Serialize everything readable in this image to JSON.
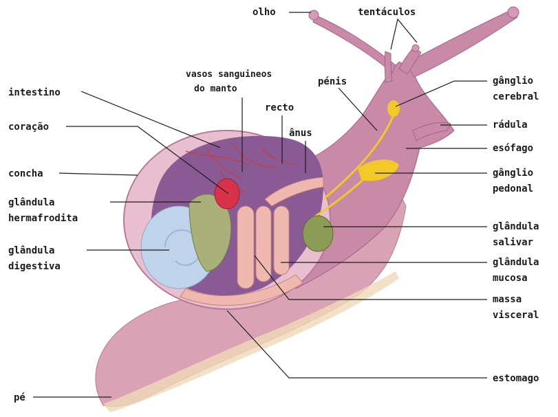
{
  "labels": {
    "olho": "olho",
    "tentaculos": "tentáculos",
    "vasos_1": "vasos sanguineos",
    "vasos_2": "do manto",
    "intestino": "intestino",
    "penis": "pénis",
    "ganglio_cerebral_1": "gânglio",
    "ganglio_cerebral_2": "cerebral",
    "recto": "recto",
    "coracao": "coração",
    "anus": "ânus",
    "radula": "rádula",
    "esofago": "esófago",
    "concha": "concha",
    "ganglio_pedonal_1": "gânglio",
    "ganglio_pedonal_2": "pedonal",
    "glandula_herm_1": "glândula",
    "glandula_herm_2": "hermafrodita",
    "glandula_sal_1": "glândula",
    "glandula_sal_2": "salivar",
    "glandula_dig_1": "glândula",
    "glandula_dig_2": "digestiva",
    "glandula_muc_1": "glândula",
    "glandula_muc_2": "mucosa",
    "massa_1": "massa",
    "massa_2": "visceral",
    "estomago": "estomago",
    "pe": "pé"
  },
  "colors": {
    "body": "#c98aa8",
    "body_dark": "#a5618a",
    "foot": "#d9a3b5",
    "shell": "#e7bfcf",
    "cavity": "#8a5a95",
    "digestive_gland": "#bfd3ea",
    "hermaphrodite_gland": "#a9b07a",
    "organs": "#f0b9b0",
    "heart": "#d8324a",
    "ganglia": "#f3c928",
    "salivary": "#8c9c54",
    "line": "#1a1a1a"
  }
}
